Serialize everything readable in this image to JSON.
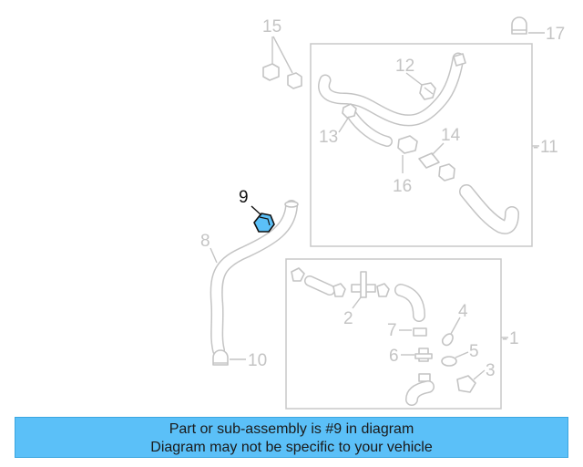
{
  "diagram": {
    "highlight_color": "#5bc0f8",
    "callouts": [
      {
        "id": "c15",
        "text": "15"
      },
      {
        "id": "c17",
        "text": "17"
      },
      {
        "id": "c12",
        "text": "12"
      },
      {
        "id": "c11",
        "text": "11"
      },
      {
        "id": "c13",
        "text": "13"
      },
      {
        "id": "c14",
        "text": "14"
      },
      {
        "id": "c16",
        "text": "16"
      },
      {
        "id": "c9",
        "text": "9"
      },
      {
        "id": "c8",
        "text": "8"
      },
      {
        "id": "c2",
        "text": "2"
      },
      {
        "id": "c4",
        "text": "4"
      },
      {
        "id": "c7",
        "text": "7"
      },
      {
        "id": "c1",
        "text": "1"
      },
      {
        "id": "c6",
        "text": "6"
      },
      {
        "id": "c5",
        "text": "5"
      },
      {
        "id": "c3",
        "text": "3"
      },
      {
        "id": "c10",
        "text": "10"
      }
    ]
  },
  "banner": {
    "line1": "Part or sub-assembly is #9 in diagram",
    "line2": "Diagram may not be specific to your vehicle",
    "background": "#5bc0f8"
  }
}
